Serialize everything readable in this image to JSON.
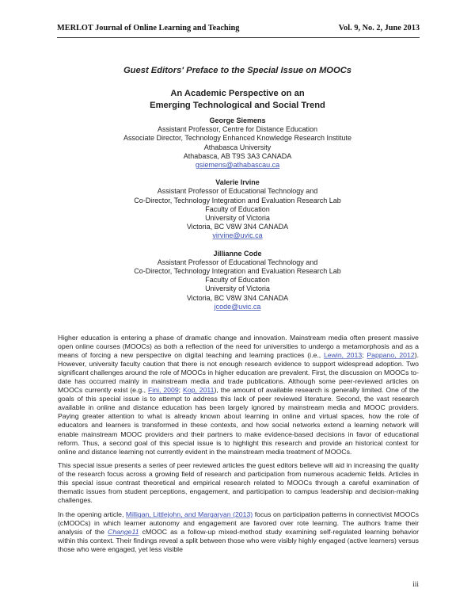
{
  "header": {
    "journal": "MERLOT Journal of Online Learning and Teaching",
    "issue": "Vol. 9, No. 2, June 2013"
  },
  "preface_title": "Guest Editors' Preface to the Special Issue on MOOCs",
  "title": {
    "line1": "An Academic Perspective on an",
    "line2": "Emerging Technological and Social Trend"
  },
  "authors": [
    {
      "name": "George Siemens",
      "lines": [
        "Assistant Professor, Centre for Distance Education",
        "Associate Director, Technology Enhanced Knowledge Research Institute",
        "Athabasca University",
        "Athabasca, AB T9S 3A3 CANADA"
      ],
      "email": "gsiemens@athabascau.ca"
    },
    {
      "name": "Valerie Irvine",
      "lines": [
        "Assistant Professor of Educational Technology and",
        "Co-Director, Technology Integration and Evaluation Research Lab",
        "Faculty of Education",
        "University of Victoria",
        "Victoria, BC V8W 3N4 CANADA"
      ],
      "email": "virvine@uvic.ca"
    },
    {
      "name": "Jillianne Code",
      "lines": [
        "Assistant Professor of Educational Technology and",
        "Co-Director, Technology Integration and Evaluation Research Lab",
        "Faculty of Education",
        "University of Victoria",
        "Victoria, BC V8W 3N4 CANADA"
      ],
      "email": "jcode@uvic.ca"
    }
  ],
  "body": {
    "p1": {
      "t1": "Higher education is entering a phase of dramatic change and innovation. Mainstream media often present massive open online courses (MOOCs) as both a reflection of the need for universities to undergo a metamorphosis and as a means of forcing a new perspective on digital teaching and learning practices (i.e., ",
      "ref1": "Lewin, 2013",
      "t2": "; ",
      "ref2": "Pappano, 2012",
      "t3": "). However, university faculty caution that there is not enough research evidence to support widespread adoption. Two significant challenges around the role of MOOCs in higher education are prevalent. First, the discussion on MOOCs to-date has occurred mainly in mainstream media and trade publications. Although some peer-reviewed articles on MOOCs currently exist (e.g., ",
      "ref3": "Fini, 2009",
      "t4": "; ",
      "ref4": "Kop, 2011",
      "t5": "), the amount of available research is generally limited. One of the goals of this special issue is to attempt to address this lack of peer reviewed literature. Second, the vast research available in online and distance education has been largely ignored by mainstream media and MOOC providers. Paying greater attention to what is already known about learning in online and virtual spaces, how the role of educators and learners is transformed in these contexts, and how social networks extend a learning network will enable mainstream MOOC providers and their partners to make evidence-based decisions in favor of educational reform. Thus, a second goal of this special issue is to highlight this research and provide an historical context for online and distance learning not currently evident in the mainstream media treatment of MOOCs."
    },
    "p2": "This special issue presents a series of peer reviewed articles the guest editors believe will aid in increasing the quality of the research focus across a growing field of research and participation from numerous academic fields. Articles in this special issue contrast theoretical and empirical research related to MOOCs through a careful examination of thematic issues from student perceptions, engagement, and participation to campus leadership and decision-making challenges.",
    "p3": {
      "t1": "In the opening article, ",
      "ref1": "Milligan, Littlejohn, and Margaryan (2013)",
      "t2": " focus on participation patterns in connectivist MOOCs (cMOOCs) in which learner autonomy and engagement are favored over rote learning. The authors frame their analysis of the ",
      "ref2": "Change11",
      "t3": " cMOOC as a follow-up mixed-method study examining self-regulated learning behavior within this context. Their findings reveal a split between those who were visibly highly engaged (active learners) versus those who were engaged, yet less visible"
    }
  },
  "page_number": "iii",
  "colors": {
    "link": "#3a4fb0",
    "text": "#222222",
    "rule": "#333333"
  }
}
